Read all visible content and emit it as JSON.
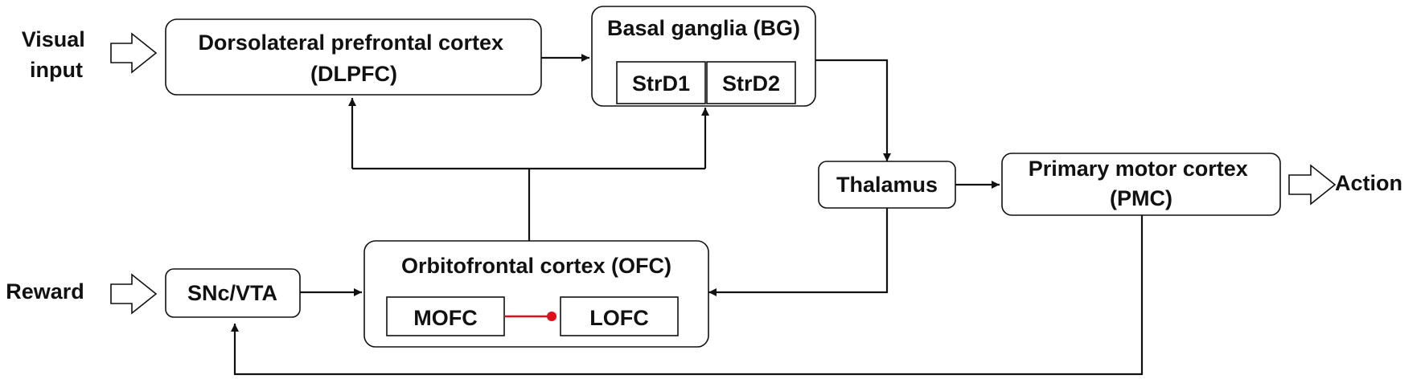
{
  "inputs": {
    "visual": [
      "Visual",
      "input"
    ],
    "reward": "Reward"
  },
  "output": {
    "action": "Action"
  },
  "nodes": {
    "dlpfc": [
      "Dorsolateral prefrontal cortex",
      "(DLPFC)"
    ],
    "bg": "Basal ganglia (BG)",
    "strd1": "StrD1",
    "strd2": "StrD2",
    "thalamus": "Thalamus",
    "pmc": [
      "Primary motor cortex",
      "(PMC)"
    ],
    "snc_vta": "SNc/VTA",
    "ofc": "Orbitofrontal cortex (OFC)",
    "mofc": "MOFC",
    "lofc": "LOFC"
  },
  "colors": {
    "stroke": "#111111",
    "inhibitory": "#e0101a"
  }
}
